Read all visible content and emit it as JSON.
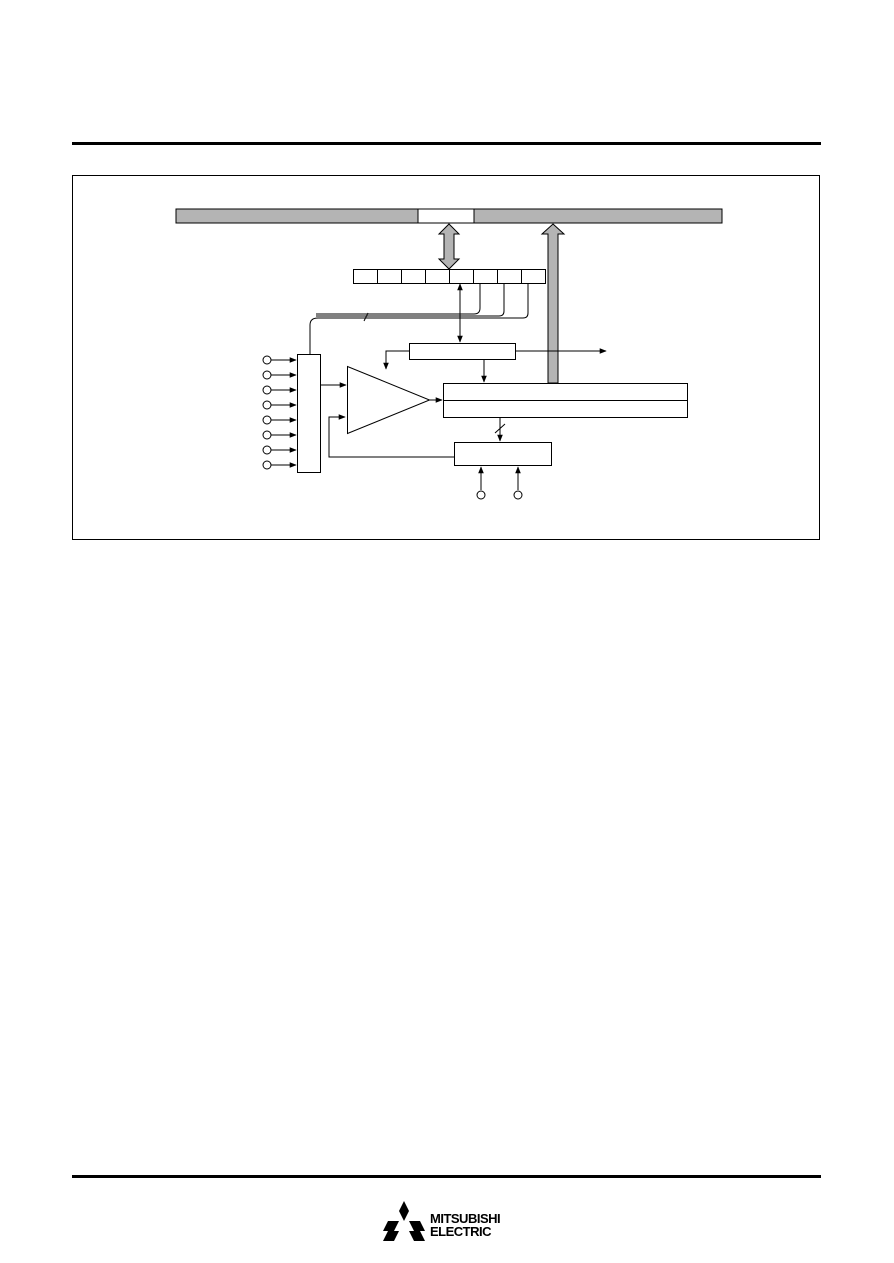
{
  "brand": {
    "name_line1": "MITSUBISHI",
    "name_line2": "ELECTRIC",
    "logo_icon": "three-diamonds-logo"
  },
  "diagram": {
    "analog_input_count": 8,
    "register_bit_count": 8,
    "colors": {
      "bus": "#b4b4b4",
      "line": "#000000",
      "background": "#ffffff"
    }
  }
}
